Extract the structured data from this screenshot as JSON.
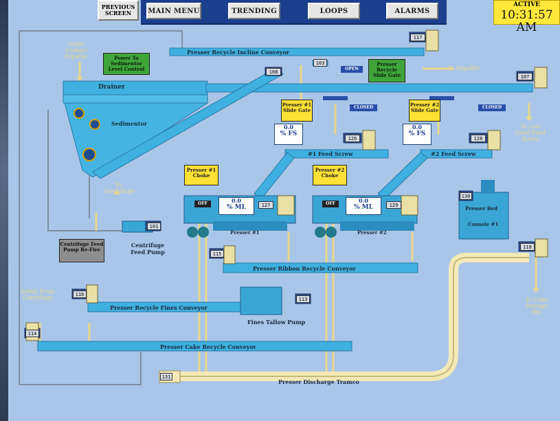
{
  "nav": {
    "previous_screen": "PREVIOUS SCREEN",
    "main_menu": "MAIN MENU",
    "trending": "TRENDING",
    "loops": "LOOPS",
    "alarms": "ALARMS"
  },
  "status": {
    "mode": "ACTIVE",
    "time": "10:31:57 AM"
  },
  "conveyors": {
    "incline": "Presser Recycle Incline Conveyor",
    "drainer": "Drainer",
    "sedimentor": "Sedimentor",
    "feed_screw_1": "#1 Feed Screw",
    "feed_screw_2": "#2 Feed Screw",
    "ribbon": "Presser Ribbon Recycle Conveyor",
    "fines": "Presser Recycle Fines Conveyor",
    "cake": "Presser Cake Recycle Conveyor",
    "discharge": "Presser Discharge Tramco",
    "fines_pump": "Fines Tallow Pump",
    "centrifuge_pump": "Centrifuge Feed Pump",
    "presser1": "Presser #1",
    "presser2": "Presser #2",
    "presser_bed": "Presser Bed",
    "console": "Console #1"
  },
  "notes": {
    "power_sedimentor": "Power To Sedimentor Level Control",
    "recycle_slide": "Presser Recycle Slide Gate",
    "gate1": "Presser #1 Slide Gate",
    "gate2": "Presser #2 Slide Gate",
    "choke1": "Presser #1 Choke",
    "choke2": "Presser #2 Choke",
    "centrifuge_pump_note": "Centrifuge Feed Pump Re-Fire"
  },
  "flow_labels": {
    "from_cooker": "From Cooker/ Expeller",
    "to_expeller": "To Expeller",
    "to_centrifuge": "To Centrifuge",
    "to_low_level": "To Low Level Feed Screw",
    "to_cake": "To Cake Storage Bin",
    "from_centrifuge": "Solids From Centrifuge"
  },
  "readouts": {
    "gate1_value": "0.0",
    "gate1_unit": "% FS",
    "gate2_value": "0.0",
    "gate2_unit": "% FS",
    "presser1_value": "0.0",
    "presser1_unit": "% ML",
    "presser2_value": "0.0",
    "presser2_unit": "% ML"
  },
  "states": {
    "open": "OPEN",
    "closed": "CLOSED",
    "off": "OFF"
  },
  "tags": {
    "t117": "117",
    "t108": "108",
    "t107": "107",
    "t126": "126",
    "t128": "128",
    "t127": "127",
    "t129": "129",
    "t101": "101",
    "t115": "115",
    "t116": "116",
    "t113": "113",
    "t114": "114",
    "t118": "118",
    "t130": "130",
    "t131": "131",
    "t103": "103"
  },
  "colors": {
    "background": "#a9c6e8",
    "conveyor": "#3fb0e0",
    "pipe": "#e8d88a",
    "nav": "#1b3f8c",
    "alarm_yellow": "#ffe135",
    "ok_green": "#3fa43a"
  }
}
